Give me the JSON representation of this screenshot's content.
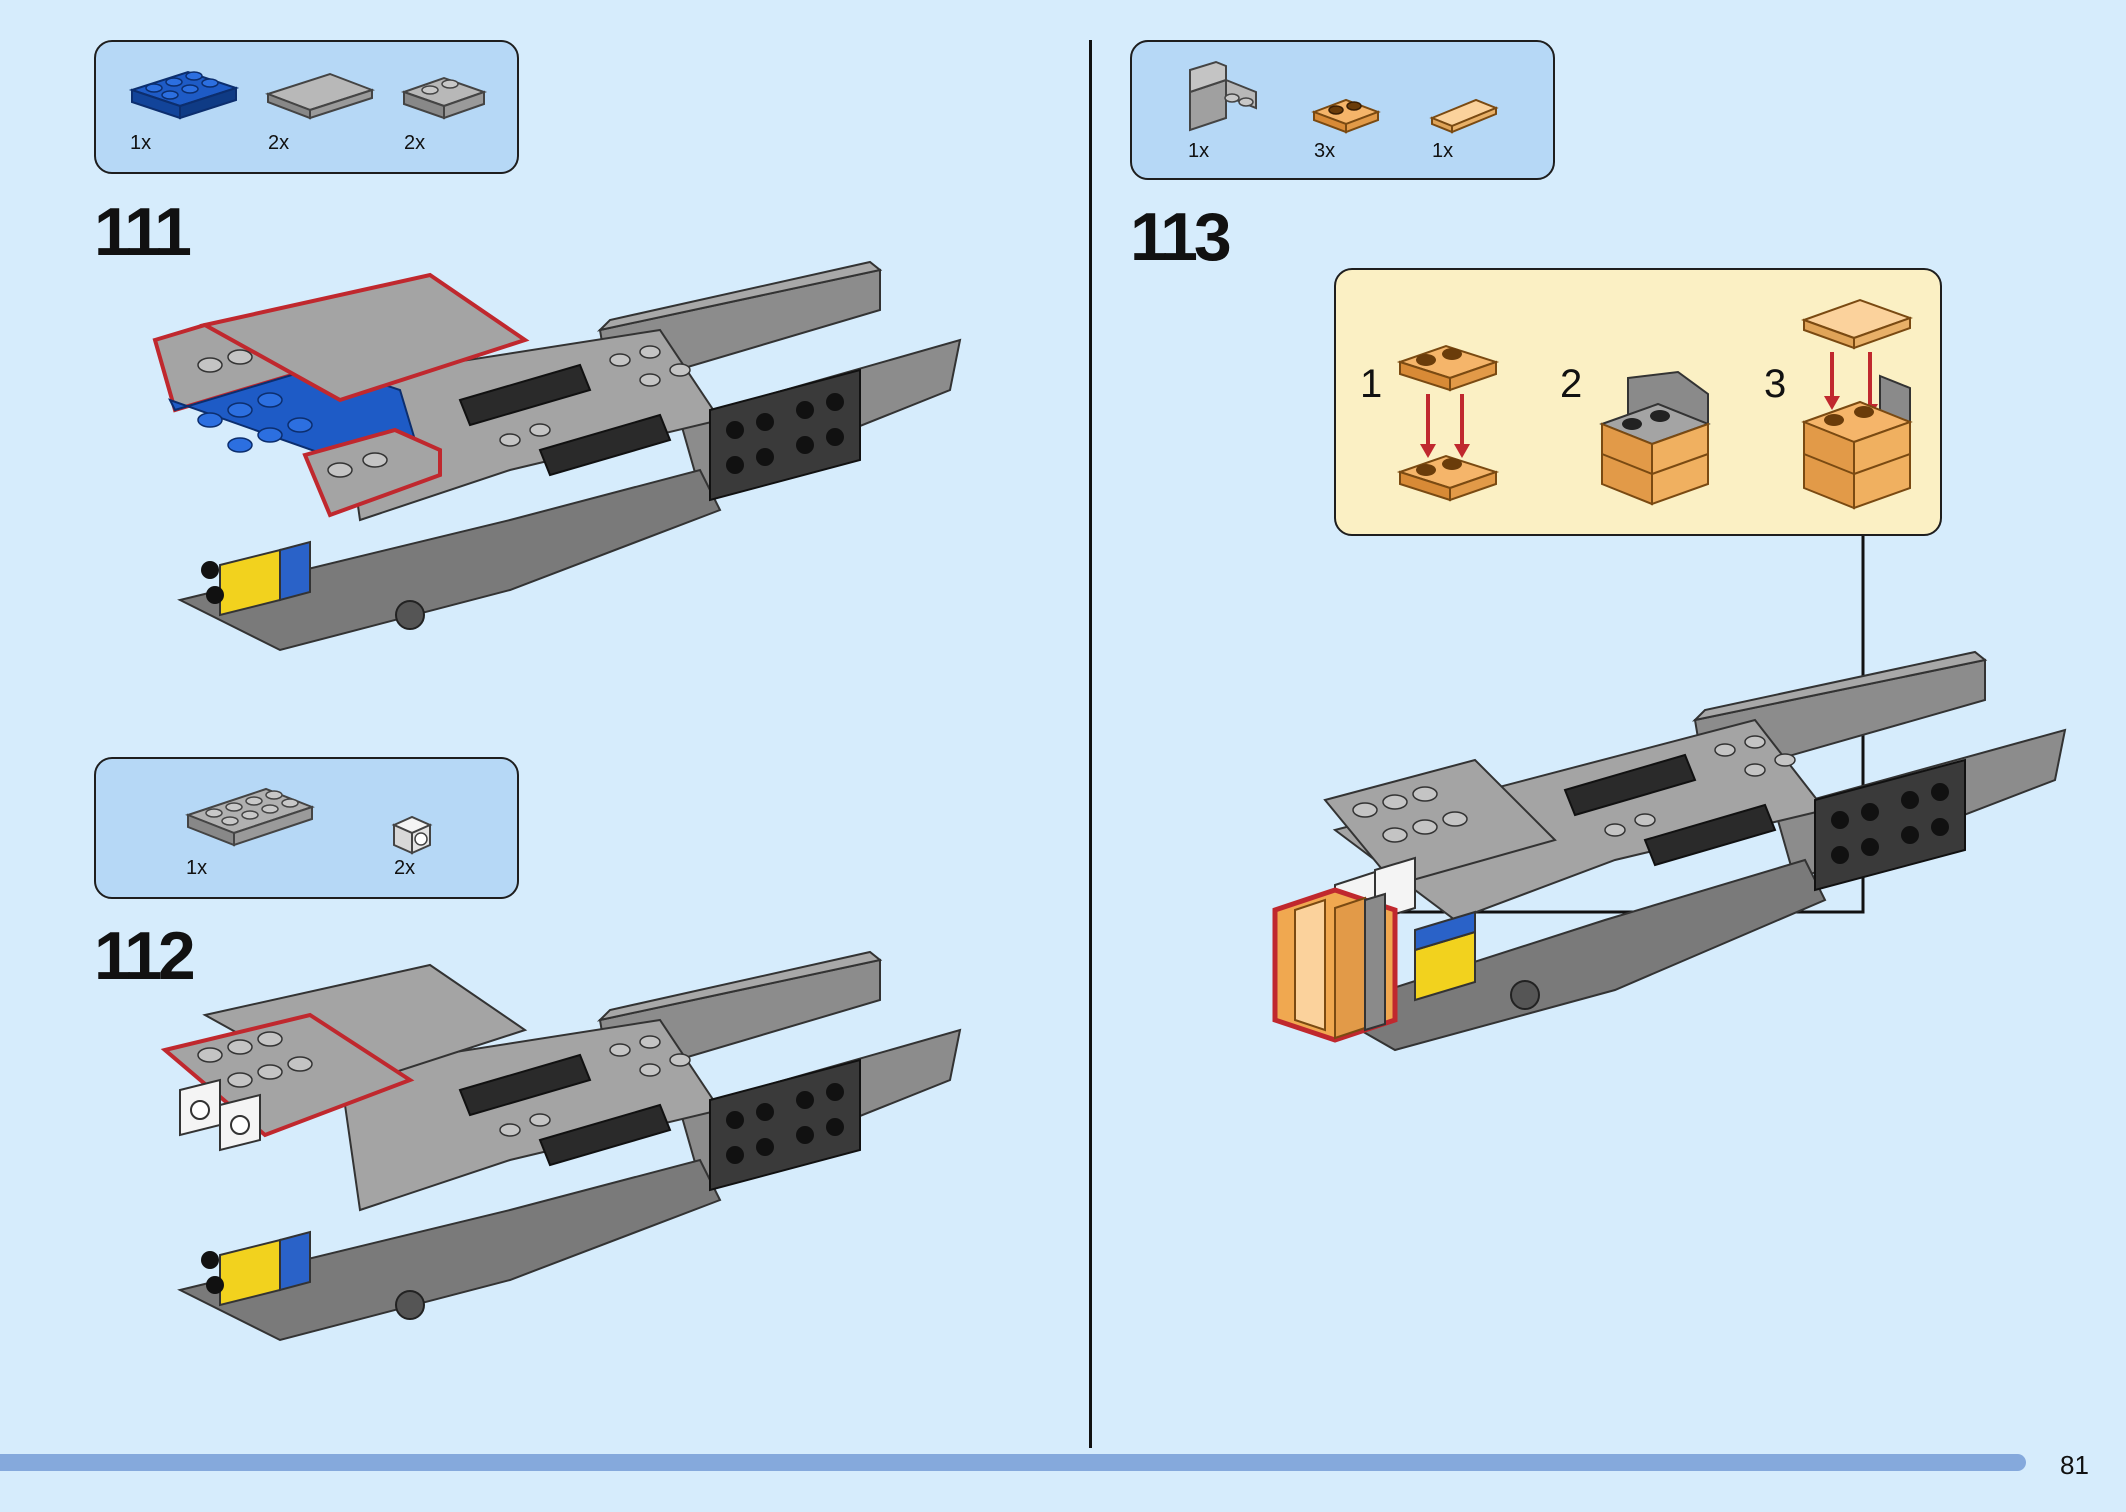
{
  "steps": [
    {
      "number": "111",
      "parts": [
        {
          "qty": "1x",
          "icon": "blue-plate-2x4-icon"
        },
        {
          "qty": "2x",
          "icon": "gray-tile-2x4-icon"
        },
        {
          "qty": "2x",
          "icon": "gray-plate-2x2-icon"
        }
      ]
    },
    {
      "number": "112",
      "parts": [
        {
          "qty": "1x",
          "icon": "gray-plate-2x4-icon"
        },
        {
          "qty": "2x",
          "icon": "white-brick-with-stud-icon"
        }
      ]
    },
    {
      "number": "113",
      "parts": [
        {
          "qty": "1x",
          "icon": "gray-bracket-icon"
        },
        {
          "qty": "3x",
          "icon": "orange-trans-plate-icon"
        },
        {
          "qty": "1x",
          "icon": "orange-trans-tile-icon"
        }
      ],
      "substeps": [
        {
          "number": "1"
        },
        {
          "number": "2"
        },
        {
          "number": "3"
        }
      ]
    }
  ],
  "page_number": "81",
  "colors": {
    "background": "#d6ecfc",
    "callout": "#b6d8f6",
    "subassembly": "#fbf0c4",
    "highlight": "#c0282e",
    "footer_bar": "#85a9dc"
  }
}
